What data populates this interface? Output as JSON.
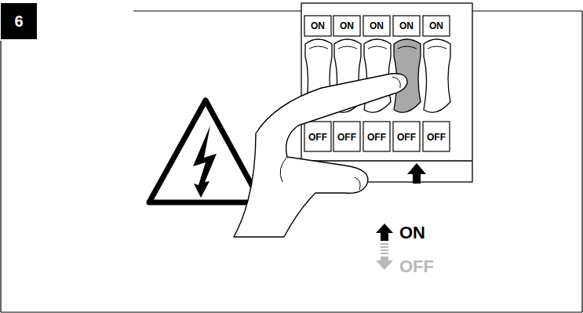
{
  "diagram": {
    "nodes": [
      {
        "text": [
          "6"
        ]
      }
    ],
    "labels": [
      "ON",
      "ON",
      "ON",
      "ON",
      "ON",
      "OFF",
      "OFF",
      "OFF",
      "OFF",
      "OFF",
      "ON",
      "OFF"
    ]
  }
}
